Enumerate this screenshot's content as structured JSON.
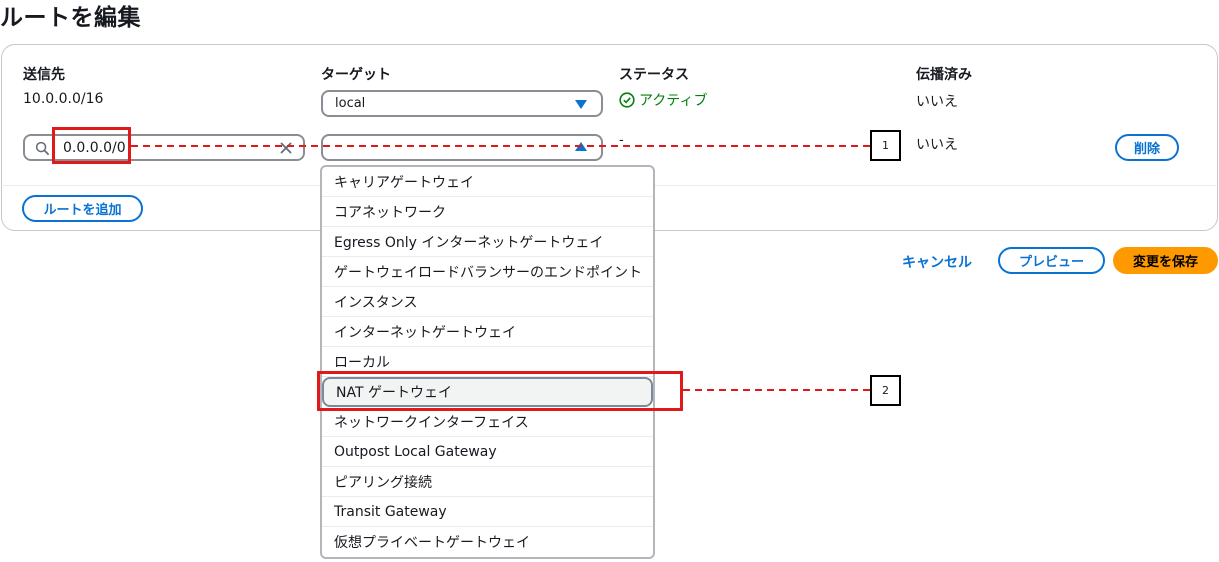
{
  "page": {
    "title": "ルートを編集"
  },
  "table": {
    "headers": {
      "destination": "送信先",
      "target": "ターゲット",
      "status": "ステータス",
      "propagated": "伝播済み"
    },
    "row1": {
      "destination": "10.0.0.0/16",
      "target": "local",
      "status": "アクティブ",
      "propagated": "いいえ"
    },
    "row2": {
      "destination": "0.0.0.0/0",
      "status": "-",
      "propagated": "いいえ",
      "remove_label": "削除"
    }
  },
  "buttons": {
    "add_route": "ルートを追加",
    "cancel": "キャンセル",
    "preview": "プレビュー",
    "save": "変更を保存"
  },
  "dropdown": {
    "options": [
      "キャリアゲートウェイ",
      "コアネットワーク",
      "Egress Only インターネットゲートウェイ",
      "ゲートウェイロードバランサーのエンドポイント",
      "インスタンス",
      "インターネットゲートウェイ",
      "ローカル",
      "NAT ゲートウェイ",
      "ネットワークインターフェイス",
      "Outpost Local Gateway",
      "ピアリング接続",
      "Transit Gateway",
      "仮想プライベートゲートウェイ"
    ],
    "highlighted": "NAT ゲートウェイ"
  },
  "annotations": {
    "marker1": "1",
    "marker2": "2"
  },
  "colors": {
    "accent": "#0972d3",
    "status_ok": "#037f0c",
    "primary": "#ff9900",
    "annotation": "#e01a1a"
  },
  "icons": [
    "search-icon",
    "clear-icon",
    "status-success-icon",
    "caret-down-icon",
    "caret-up-icon"
  ]
}
